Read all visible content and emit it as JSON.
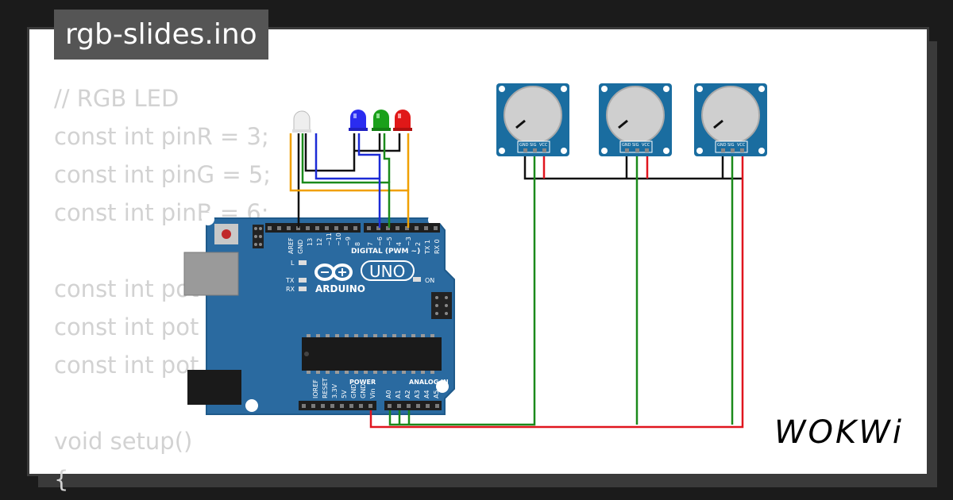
{
  "window": {
    "title": "rgb-slides.ino"
  },
  "code_lines": [
    "// RGB LED",
    "const int pinR = 3;",
    "const int pinG = 5;",
    "const int pinB = 6;",
    "",
    "const int pot",
    "const int pot",
    "const int pot",
    "",
    "void setup()",
    "{"
  ],
  "board": {
    "brand": "ARDUINO",
    "model": "UNO",
    "on_label": "ON",
    "digital_label": "DIGITAL (PWM ~)",
    "power_label": "POWER",
    "analog_label": "ANALOG IN",
    "led_labels": [
      "L",
      "TX",
      "RX"
    ],
    "top_pins": [
      "AREF",
      "GND",
      "13",
      "12",
      "~11",
      "~10",
      "~9",
      "8",
      "7",
      "~6",
      "~5",
      "4",
      "~3",
      "2",
      "TX 1",
      "RX 0"
    ],
    "bottom_pins": [
      "IOREF",
      "RESET",
      "3.3V",
      "5V",
      "GND",
      "GND",
      "Vin",
      "A0",
      "A1",
      "A2",
      "A3",
      "A4",
      "A5"
    ]
  },
  "potentiometer_pins": [
    "GND",
    "SIG",
    "VCC"
  ],
  "brand_logo": "WOKWi",
  "colors": {
    "board": "#2a6aa0",
    "pot_board": "#1a6da0",
    "wire_black": "#111111",
    "wire_red": "#e0151e",
    "wire_green": "#1b8a1b",
    "wire_blue": "#1c2bd6",
    "wire_orange": "#f0a000",
    "led_blue": "#2a2cf0",
    "led_green": "#1aa01a",
    "led_red": "#e01818"
  }
}
